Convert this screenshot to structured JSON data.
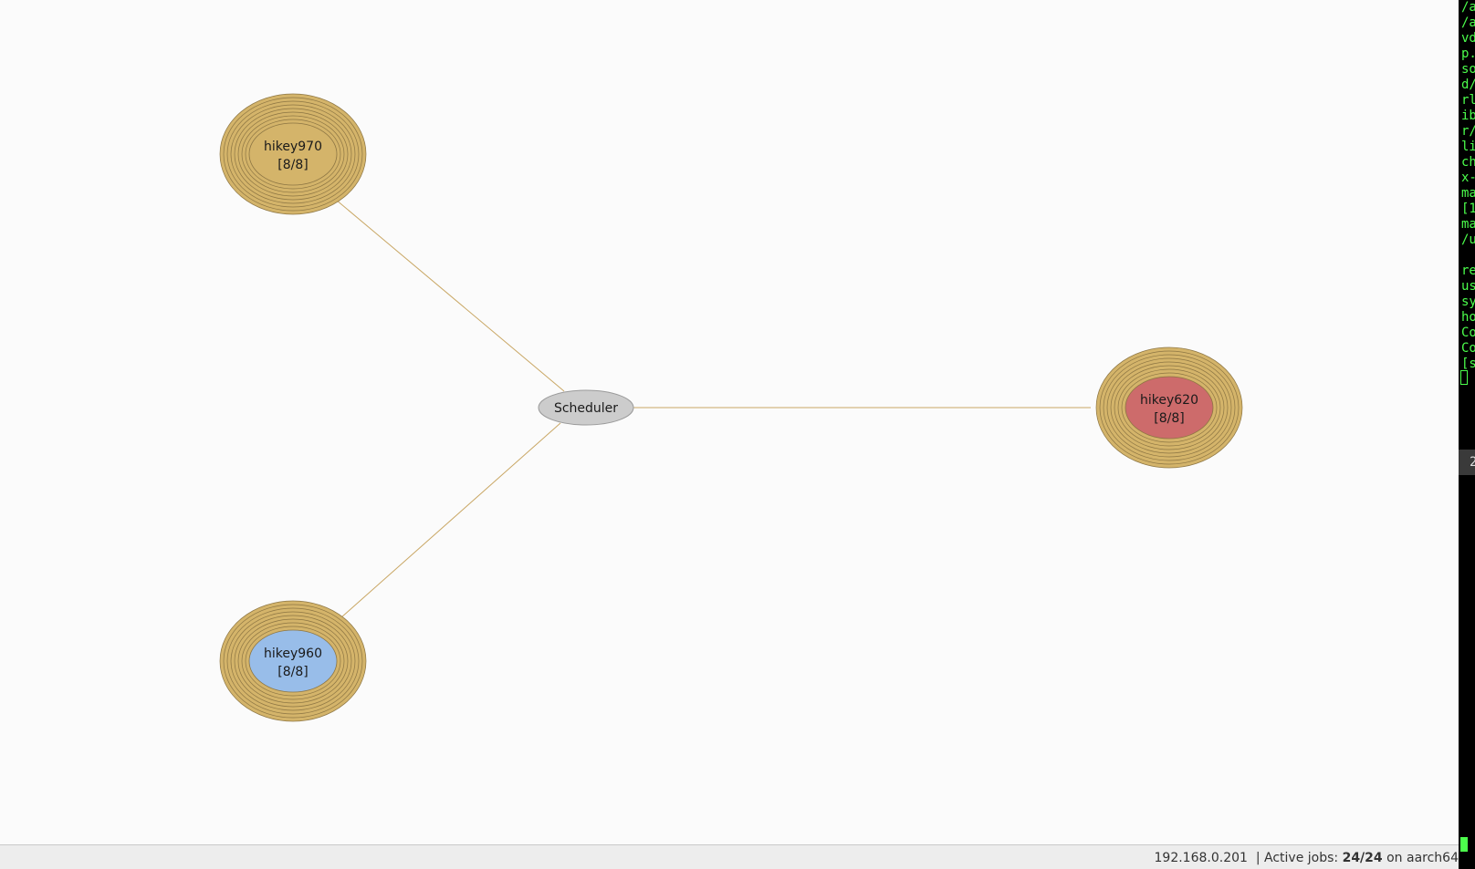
{
  "graph": {
    "scheduler": {
      "label": "Scheduler"
    },
    "nodes": [
      {
        "name": "hikey970",
        "jobs": "[8/8]",
        "fill": "#d4b46a"
      },
      {
        "name": "hikey620",
        "jobs": "[8/8]",
        "fill": "#cd6b6b"
      },
      {
        "name": "hikey960",
        "jobs": "[8/8]",
        "fill": "#98bde9"
      }
    ],
    "colors": {
      "ring": "#d4b46a",
      "ring_stroke": "#8c7543",
      "edge": "#c9a765",
      "scheduler_fill": "#cccccc",
      "background": "#fbfbfb"
    }
  },
  "statusbar": {
    "ip": "192.168.0.201",
    "separator": "| Active jobs:",
    "active_jobs": "24/24",
    "on_text": "on aarch64"
  },
  "terminal": {
    "lines": [
      "/a",
      "/a",
      "vd",
      "p.",
      "so",
      "d/",
      "rl",
      "ib",
      "r/",
      "li",
      "ch",
      "x-",
      "ma",
      "[1",
      "ma",
      "/u",
      "",
      "re",
      "us",
      "sy",
      "ho",
      "Co",
      "Co",
      "[s"
    ],
    "tab_label": "2"
  }
}
